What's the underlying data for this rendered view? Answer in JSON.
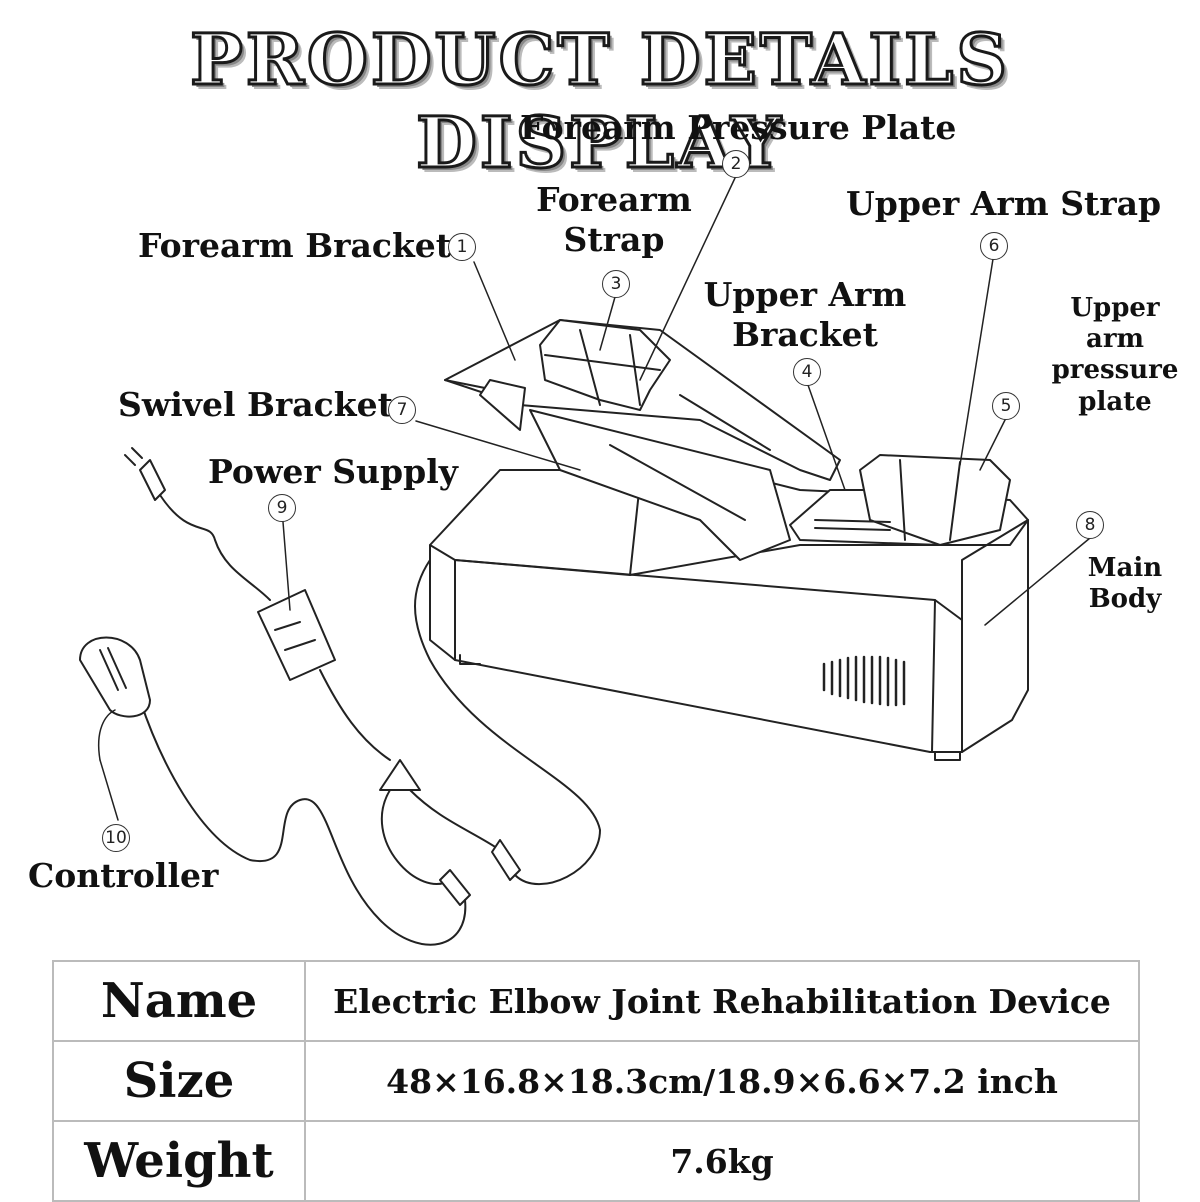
{
  "title": "PRODUCT DETAILS DISPLAY",
  "parts": {
    "forearm_pressure_plate": {
      "num": "2",
      "label": "Forearm Pressure Plate"
    },
    "forearm_strap": {
      "num": "3",
      "line1": "Forearm",
      "line2": "Strap"
    },
    "forearm_bracket": {
      "num": "1",
      "label": "Forearm Bracket"
    },
    "upper_arm_strap": {
      "num": "6",
      "label": "Upper Arm Strap"
    },
    "upper_arm_bracket": {
      "num": "4",
      "line1": "Upper Arm",
      "line2": "Bracket"
    },
    "upper_arm_pressure_plate": {
      "num": "5",
      "line1": "Upper",
      "line2": "arm",
      "line3": "pressure",
      "line4": "plate"
    },
    "swivel_bracket": {
      "num": "7",
      "label": "Swivel Bracket"
    },
    "power_supply": {
      "num": "9",
      "label": "Power Supply"
    },
    "main_body": {
      "num": "8",
      "line1": "Main",
      "line2": "Body"
    },
    "controller": {
      "num": "10",
      "label": "Controller"
    }
  },
  "specs": {
    "rows": [
      {
        "key": "Name",
        "value": "Electric Elbow Joint Rehabilitation Device"
      },
      {
        "key": "Size",
        "value": "48×16.8×18.3cm/18.9×6.6×7.2 inch"
      },
      {
        "key": "Weight",
        "value": "7.6kg"
      }
    ]
  }
}
